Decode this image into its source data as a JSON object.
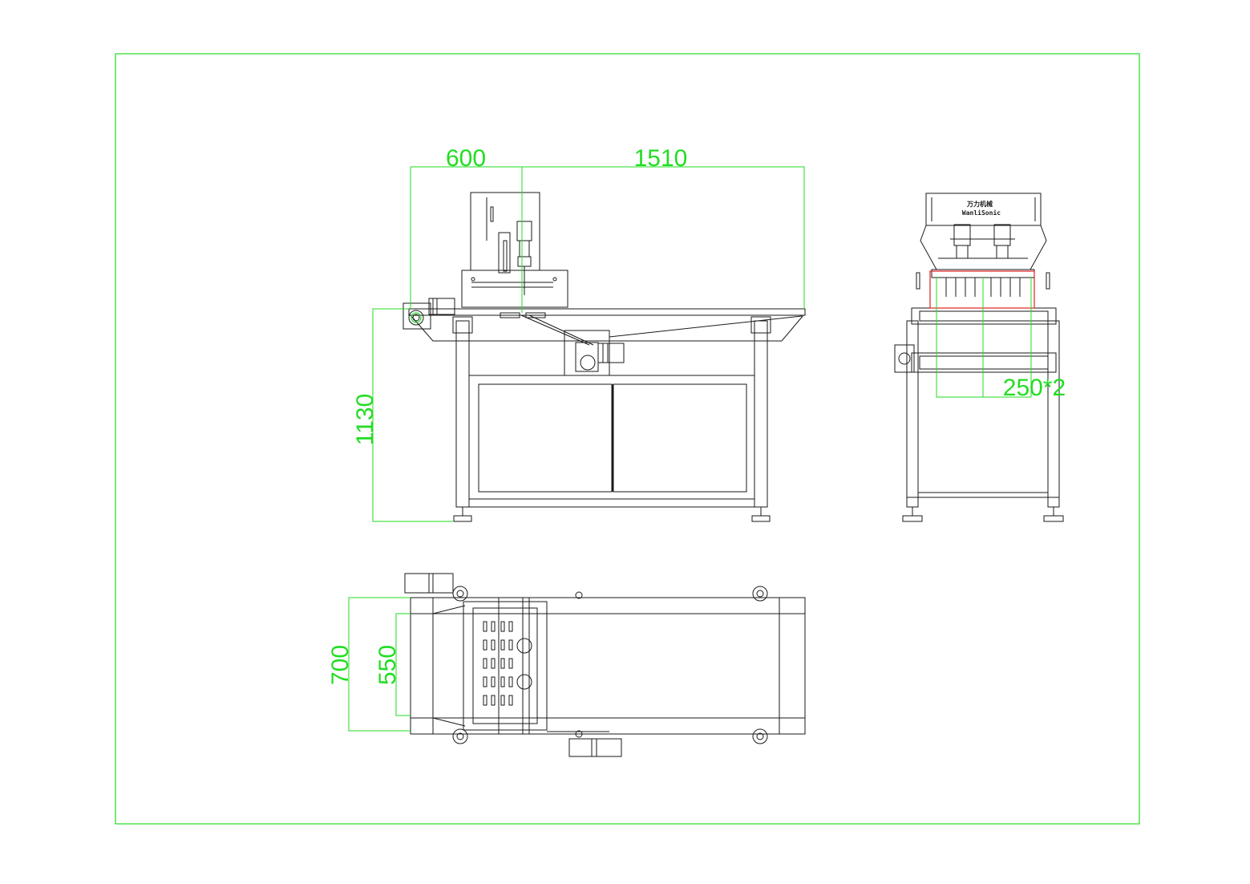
{
  "colors": {
    "dimension": "#22dd22",
    "outline": "#1a1a1a",
    "highlight": "#e02020",
    "background": "#ffffff"
  },
  "front_view": {
    "dim_left": "600",
    "dim_right": "1510",
    "dim_height": "1130"
  },
  "side_view": {
    "brand_cn": "万力机械",
    "brand_en": "WanliSonic",
    "dim_width": "250*2"
  },
  "top_view": {
    "dim_outer": "700",
    "dim_inner": "550"
  }
}
